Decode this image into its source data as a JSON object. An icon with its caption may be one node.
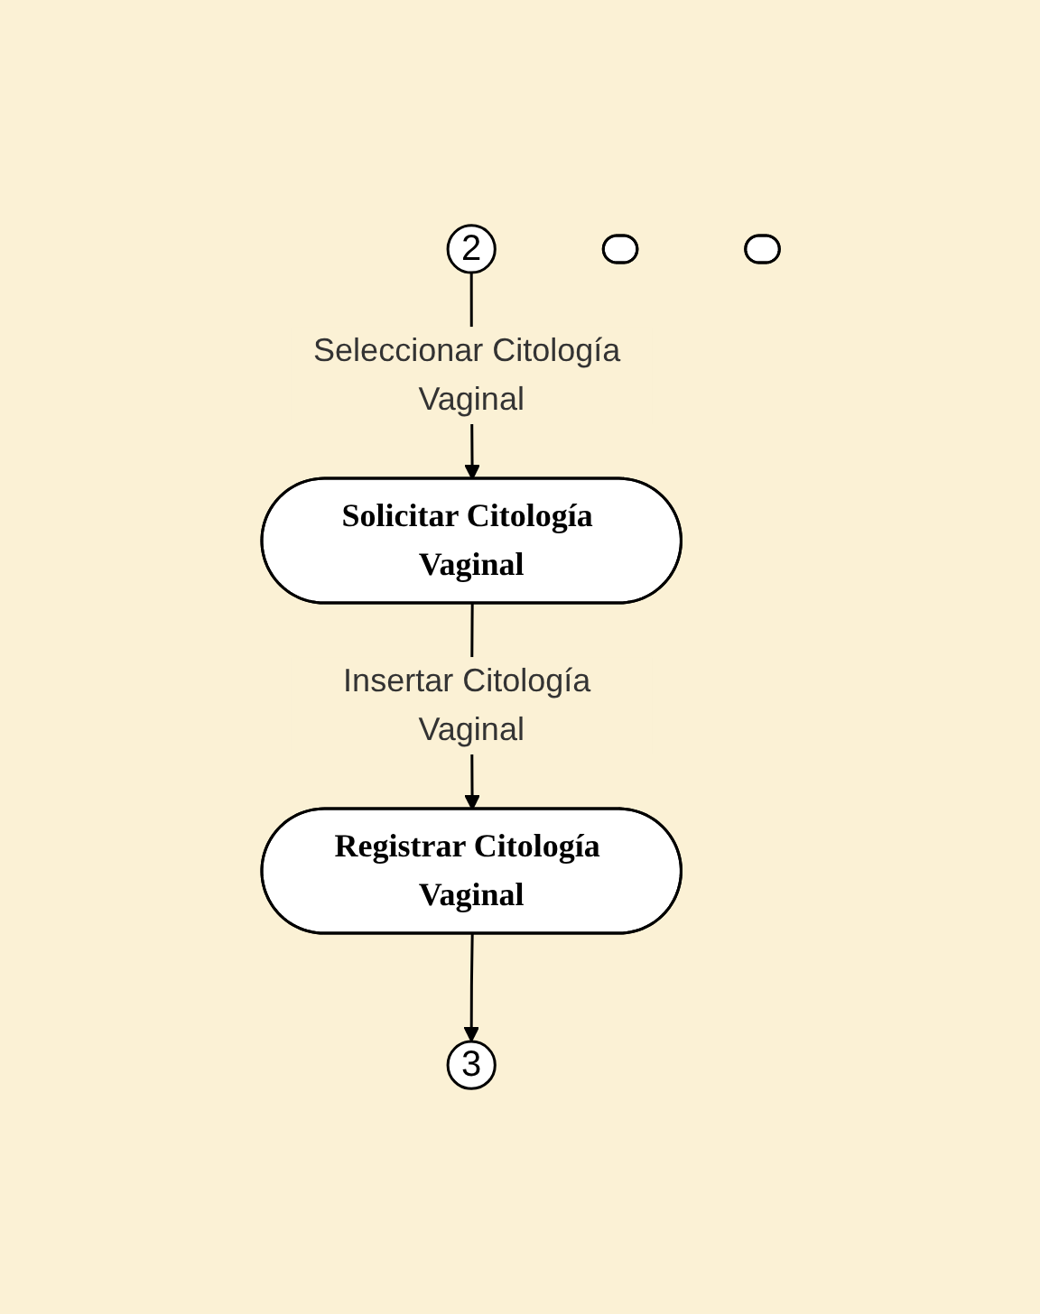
{
  "diagram": {
    "nodes": [
      {
        "text": [
          "2"
        ]
      },
      {
        "text": [
          "Solicitar Citología Vaginal"
        ]
      },
      {
        "text": [
          "Registrar Citología Vaginal"
        ]
      },
      {
        "text": [
          "3"
        ]
      },
      {
        "text": [],
        "shape": "ellipse"
      },
      {
        "text": [],
        "shape": "ellipse"
      }
    ],
    "edges": [
      {
        "from": 0,
        "to": 1,
        "arrow": "to",
        "label": "Seleccionar Citología Vaginal"
      },
      {
        "from": 1,
        "to": 2,
        "arrow": "to",
        "label": "Insertar Citología Vaginal"
      },
      {
        "from": 2,
        "to": 3,
        "arrow": "to"
      }
    ]
  }
}
